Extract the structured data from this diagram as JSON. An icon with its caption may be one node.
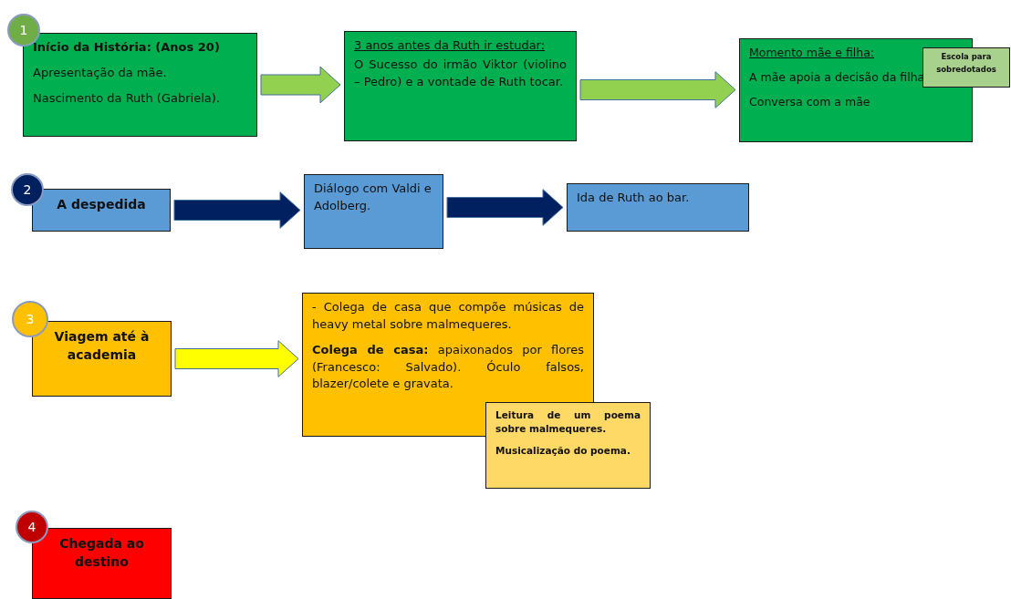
{
  "diagram": {
    "nodes": [
      {
        "text": [
          "1"
        ]
      },
      {
        "text": [
          "Início da História: (Anos 20)",
          "Apresentação da mãe.",
          "Nascimento da Ruth (Gabriela)."
        ]
      },
      {
        "text": [
          "3 anos antes da Ruth ir estudar:",
          "O Sucesso do irmão Viktor (violino – Pedro) e a vontade de Ruth tocar."
        ]
      },
      {
        "text": [
          "Momento mãe e filha:",
          "A mãe apoia a decisão da filha",
          "Conversa com a mãe"
        ]
      },
      {
        "text": [
          "Escola para sobredotados"
        ]
      },
      {
        "text": [
          "2"
        ]
      },
      {
        "text": [
          "A despedida"
        ]
      },
      {
        "text": [
          "Diálogo com Valdi e Adolberg."
        ]
      },
      {
        "text": [
          "Ida de Ruth ao bar."
        ]
      },
      {
        "text": [
          "3"
        ]
      },
      {
        "text": [
          "Viagem até à academia"
        ]
      },
      {
        "text": [
          "- Colega de casa que compõe músicas de heavy metal sobre malmequeres.",
          "**Colega de casa:** apaixonados por flores (Francesco: Salvado). Óculo falsos, blazer/colete e gravata."
        ]
      },
      {
        "text": [
          "Leitura de um poema sobre malmequeres.",
          "Musicalização do poema."
        ]
      },
      {
        "text": [
          "4"
        ]
      },
      {
        "text": [
          "Chegada ao destino"
        ]
      }
    ],
    "edges": [
      {
        "from": 1,
        "to": 2,
        "arrow": "to",
        "style": "thick",
        "color": "#92d050"
      },
      {
        "from": 2,
        "to": 3,
        "arrow": "to",
        "style": "thick",
        "color": "#92d050"
      },
      {
        "from": 6,
        "to": 7,
        "arrow": "to",
        "style": "thick",
        "color": "#002060"
      },
      {
        "from": 7,
        "to": 8,
        "arrow": "to",
        "style": "thick",
        "color": "#002060"
      },
      {
        "from": 10,
        "to": 11,
        "arrow": "to",
        "style": "thick",
        "color": "#ffff00"
      }
    ]
  }
}
